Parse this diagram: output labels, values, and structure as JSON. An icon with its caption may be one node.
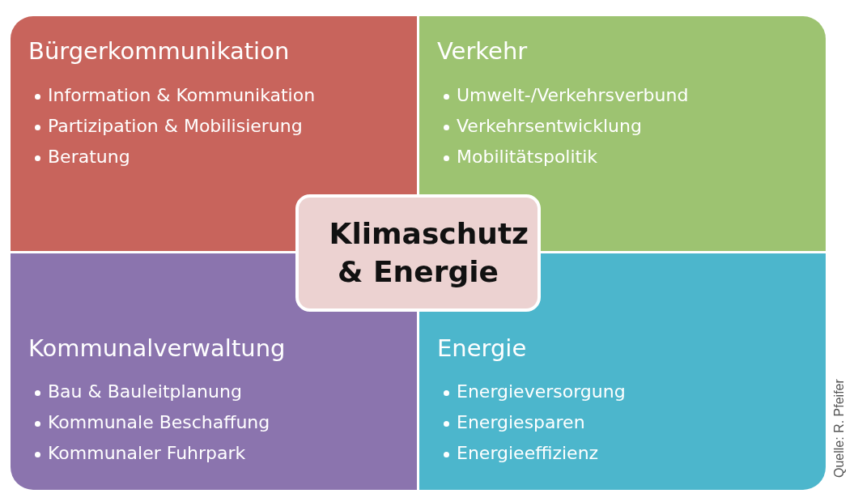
{
  "diagram": {
    "nodes": [
      {
        "text": [
          "Bürgerkommunikation",
          "Information & Kommunikation",
          "Partizipation & Mobilisierung",
          "Beratung"
        ]
      },
      {
        "text": [
          "Verkehr",
          "Umwelt-/Verkehrsverbund",
          "Verkehrsentwicklung",
          "Mobilitätspolitik"
        ]
      },
      {
        "text": [
          "Kommunalverwaltung",
          "Bau & Bauleitplanung",
          "Kommunale Beschaffung",
          "Kommunaler Fuhrpark"
        ]
      },
      {
        "text": [
          "Energie",
          "Energieversorgung",
          "Energiesparen",
          "Energieeffizienz"
        ]
      },
      {
        "text": [
          "Klimaschutz & Energie"
        ]
      }
    ],
    "labels": [
      "Quelle: R. Pfeifer"
    ]
  }
}
